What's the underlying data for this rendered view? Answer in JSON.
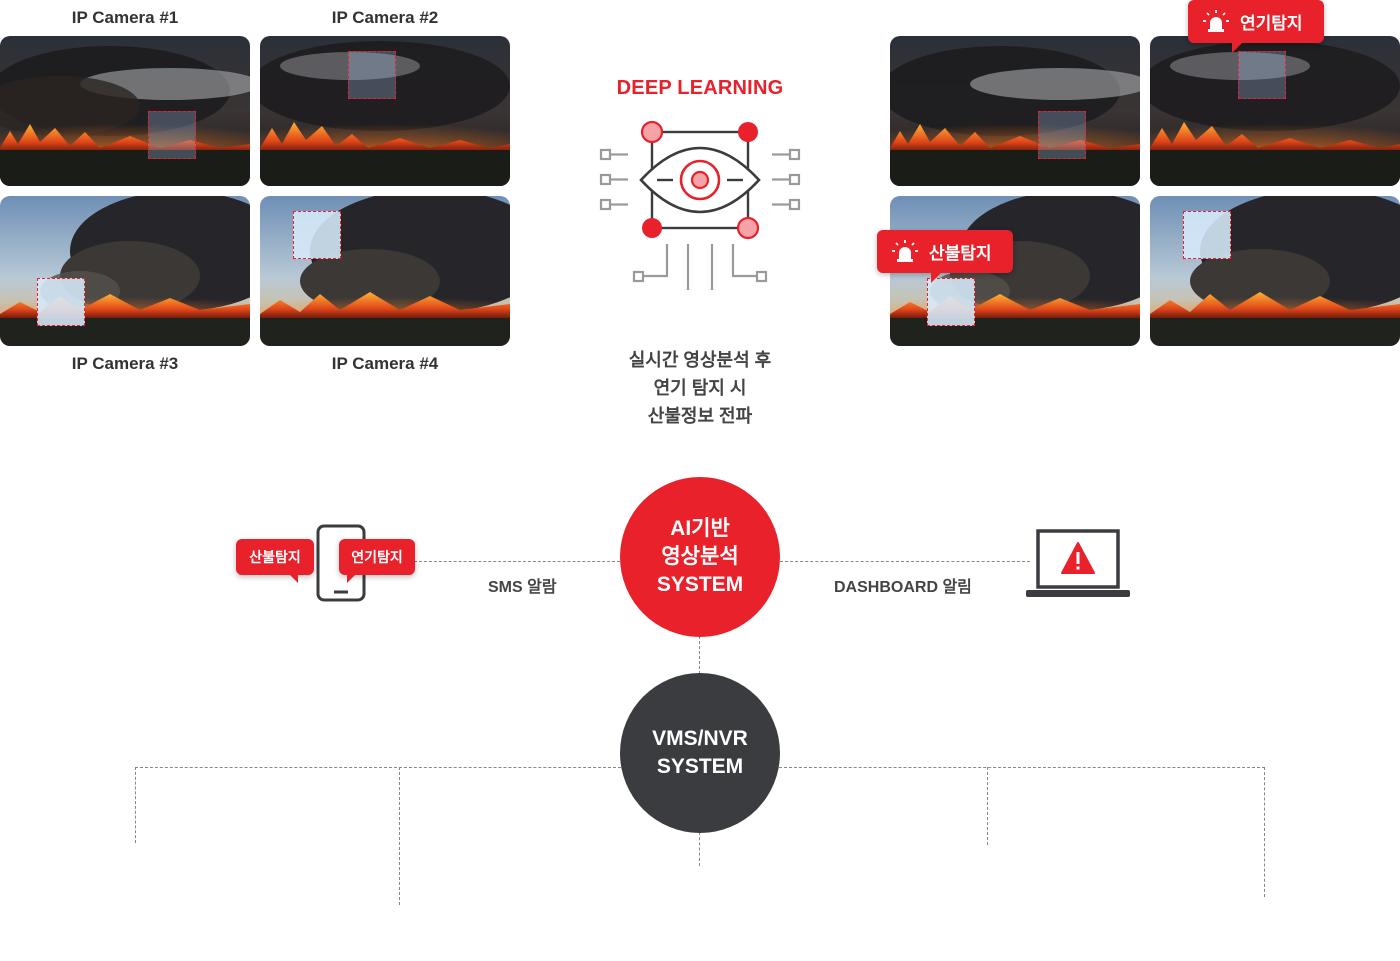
{
  "cameras": [
    {
      "label": "IP Camera #1"
    },
    {
      "label": "IP Camera #2"
    },
    {
      "label": "IP Camera #3"
    },
    {
      "label": "IP Camera #4"
    }
  ],
  "deep_learning": {
    "title": "DEEP LEARNING",
    "description": [
      "실시간 영상분석 후",
      "연기 탐지 시",
      "산불정보 전파"
    ]
  },
  "alerts": {
    "smoke": "연기탐지",
    "fire": "산불탐지"
  },
  "ai_system": [
    "AI기반",
    "영상분석",
    "SYSTEM"
  ],
  "vms_system": [
    "VMS/NVR",
    "SYSTEM"
  ],
  "connections": {
    "sms": "SMS 알람",
    "dashboard": "DASHBOARD 알림"
  },
  "colors": {
    "accent": "#e8212b",
    "dark": "#3a3c40",
    "icon_gray": "#9a9a9a"
  }
}
